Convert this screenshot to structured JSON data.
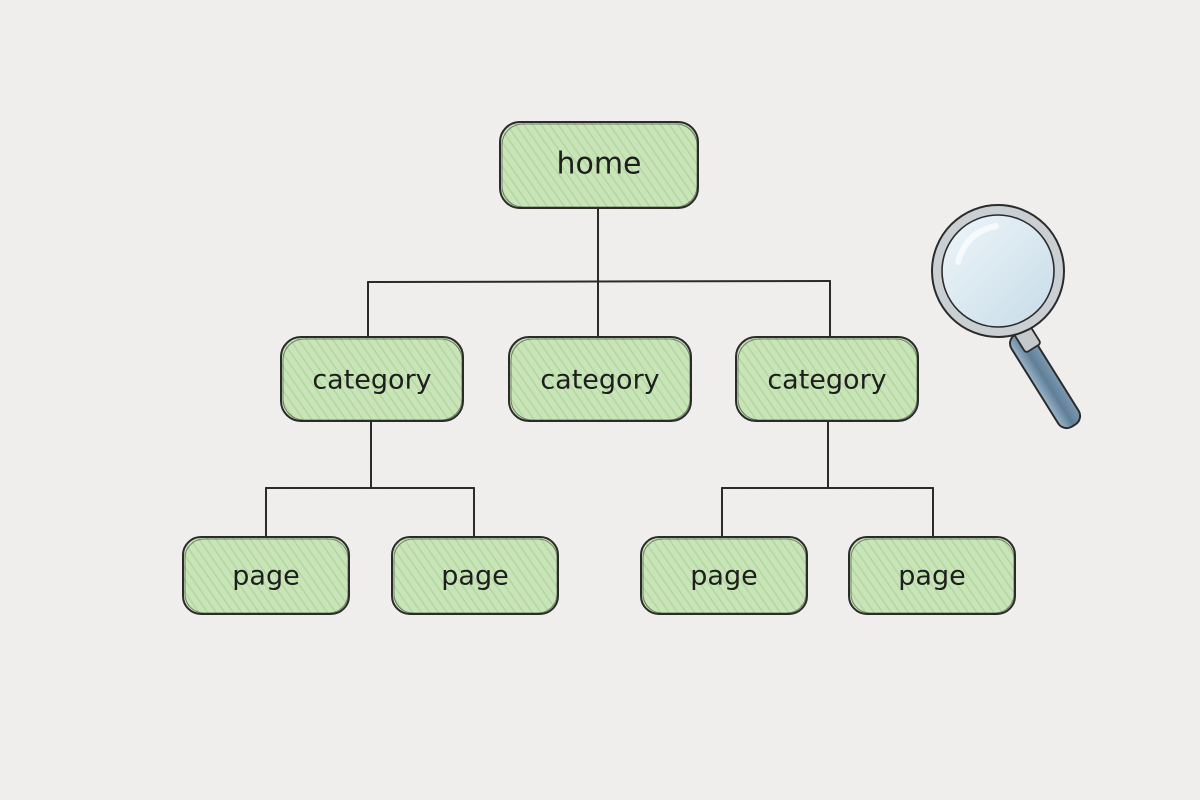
{
  "diagram": {
    "root": {
      "label": "home"
    },
    "categories": [
      {
        "label": "category",
        "pages": [
          {
            "label": "page"
          },
          {
            "label": "page"
          }
        ]
      },
      {
        "label": "category",
        "pages": []
      },
      {
        "label": "category",
        "pages": [
          {
            "label": "page"
          },
          {
            "label": "page"
          }
        ]
      }
    ]
  },
  "colors": {
    "paper": "#f1f0ee",
    "node_fill": "#c6e3b3",
    "node_hatch": "#8cc47a",
    "ink": "#2b2b2b",
    "lens": "#d4e6ef",
    "handle": "#6f8fa8"
  },
  "icons": [
    "magnifying-glass-icon"
  ]
}
